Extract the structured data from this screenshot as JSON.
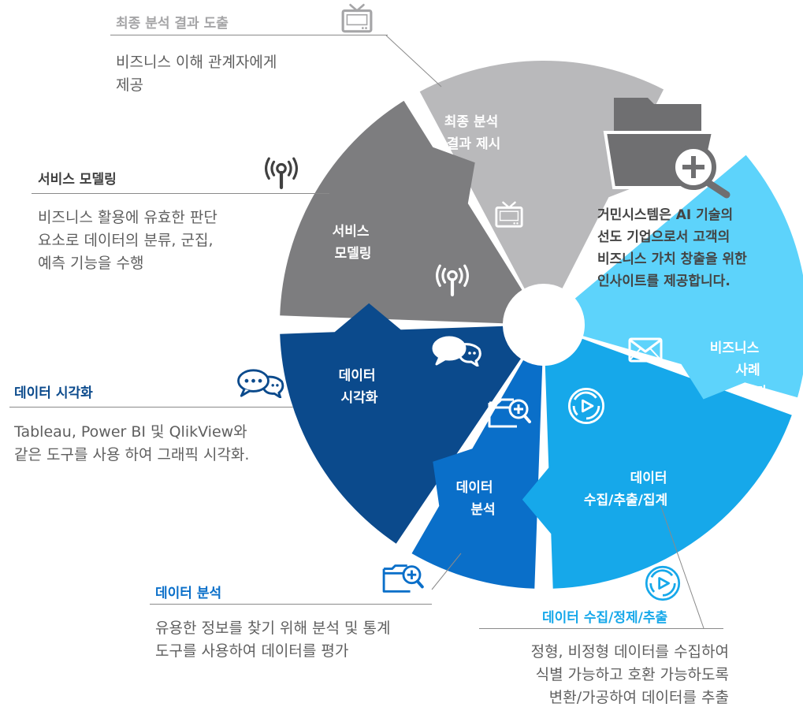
{
  "colors": {
    "final": "#b9b9bb",
    "modeling": "#7d7d7f",
    "visualization": "#0b4a8c",
    "analysis": "#0a6fc9",
    "collection": "#16a8ea",
    "case": "#5dd3fb",
    "gray_title": "#a5a5a7",
    "dark_title": "#404040",
    "navy_title": "#0b4a8c",
    "blue_title": "#0a6fc9",
    "cyan_title": "#16a8ea"
  },
  "segments": [
    {
      "id": "final",
      "lines": [
        "최종 분석",
        "결과 제시"
      ],
      "icon": "tv-icon"
    },
    {
      "id": "modeling",
      "lines": [
        "서비스",
        "모델링"
      ],
      "icon": "antenna-icon"
    },
    {
      "id": "visualization",
      "lines": [
        "데이터",
        "시각화"
      ],
      "icon": "chat-bubbles-icon"
    },
    {
      "id": "analysis",
      "lines": [
        "데이터",
        "분석"
      ],
      "icon": "folder-search-icon"
    },
    {
      "id": "collection",
      "lines": [
        "데이터",
        "수집/추출/집계"
      ],
      "icon": "play-cycle-icon"
    },
    {
      "id": "case",
      "lines": [
        "비즈니스",
        "사례",
        "평가"
      ],
      "icon": "mail-icon"
    }
  ],
  "callouts": {
    "final": {
      "title": "최종 분석 결과 도출",
      "desc": "비즈니스 이해 관계자에게\n제공"
    },
    "modeling": {
      "title": "서비스 모델링",
      "desc": "비즈니스 활용에 유효한 판단\n요소로 데이터의 분류, 군집,\n예측 기능을 수행"
    },
    "visualization": {
      "title": "데이터 시각화",
      "desc": "Tableau, Power BI 및 QlikView와\n같은 도구를 사용 하여 그래픽 시각화."
    },
    "analysis": {
      "title": "데이터 분석",
      "desc": "유용한 정보를 찾기 위해 분석 및 통계\n도구를 사용하여 데이터를 평가"
    },
    "collection": {
      "title": "데이터 수집/정제/추출",
      "desc": "정형, 비정형 데이터를 수집하여\n식별 가능하고 호환 가능하도록\n변환/가공하여 데이터를 추출"
    }
  },
  "center": {
    "icon": "folder-magnifier-icon",
    "text": "거민시스템은 AI 기술의\n선도 기업으로서 고객의\n비즈니스 가치 창출을 위한\n인사이트를 제공합니다."
  }
}
